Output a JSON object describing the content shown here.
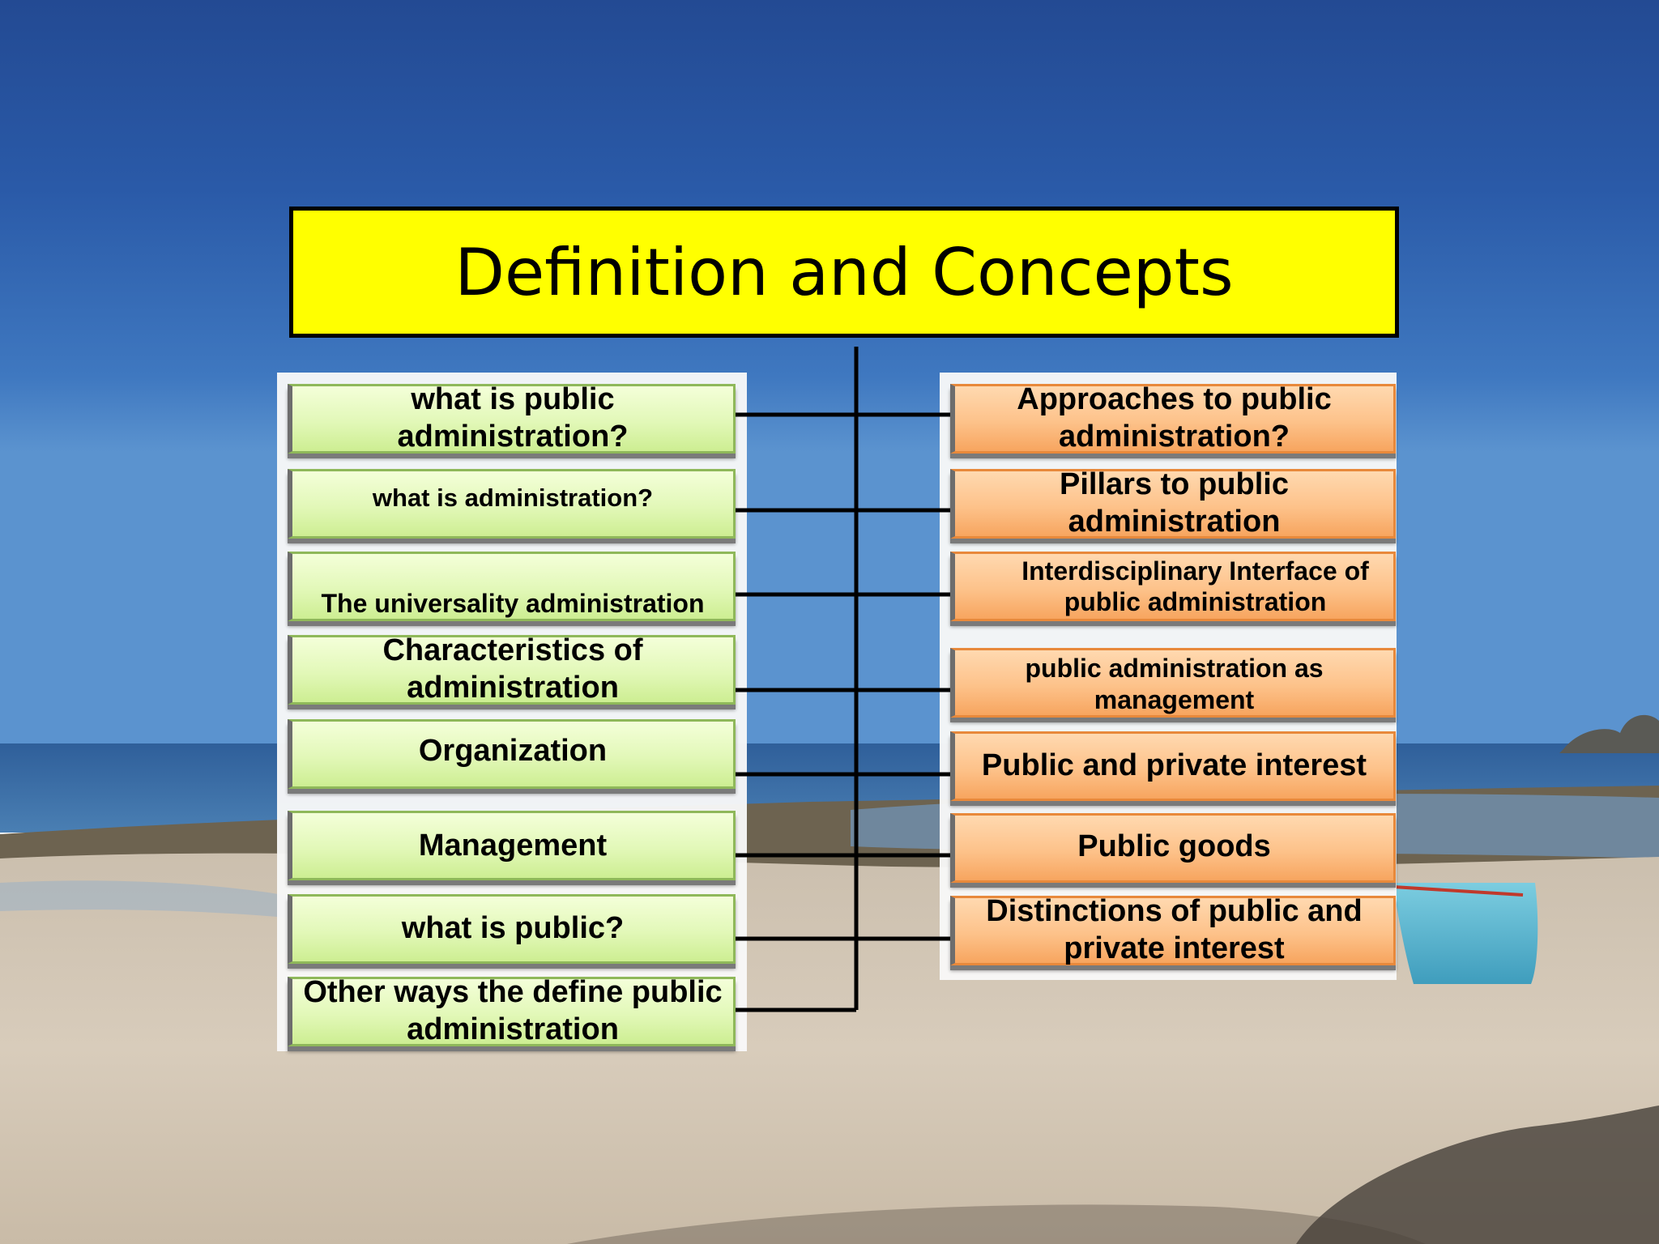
{
  "title": "Definition and Concepts",
  "colors": {
    "title_fill": "#ffff00",
    "left_box_fill": "#e2f8b8",
    "right_box_fill": "#fdc28a",
    "connector": "#000000"
  },
  "left_nodes": [
    {
      "label": "what is public administration?"
    },
    {
      "label": "what is administration?"
    },
    {
      "label": "The universality administration"
    },
    {
      "label": "Characteristics of administration"
    },
    {
      "label": "Organization"
    },
    {
      "label": "Management"
    },
    {
      "label": "what is public?"
    },
    {
      "label": "Other ways the define public administration"
    }
  ],
  "right_nodes": [
    {
      "label": "Approaches to public administration?"
    },
    {
      "label": "Pillars to public administration"
    },
    {
      "label": "Interdisciplinary Interface of public administration"
    },
    {
      "label": "public administration as management"
    },
    {
      "label": "Public and private interest"
    },
    {
      "label": "Public goods"
    },
    {
      "label": "Distinctions of public and private interest"
    }
  ]
}
